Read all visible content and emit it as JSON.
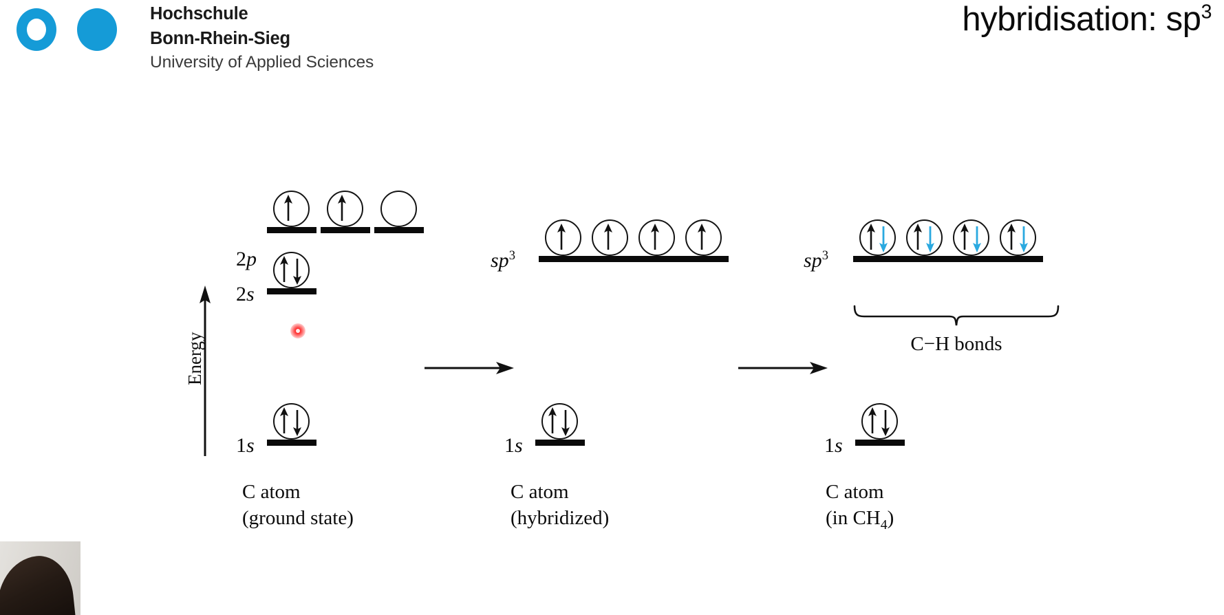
{
  "header": {
    "logo": {
      "ring_icon": "logo-ring-icon",
      "dot_icon": "logo-dot-icon",
      "line1": "Hochschule",
      "line2": "Bonn-Rhein-Sieg",
      "line3": "University of Applied Sciences",
      "color": "#159BD7"
    },
    "title_main": "hybridisation: sp",
    "title_sup": "3"
  },
  "diagram": {
    "energy_axis_label": "Energy",
    "arrow_icon": "right-arrow-icon",
    "brace_icon": "curly-brace-icon",
    "ch_bond_label": "C−H bonds",
    "laser_pointer": {
      "icon": "laser-pointer-dot",
      "color": "#ff2b2b"
    },
    "spin_colors": {
      "up": "#111111",
      "down_paired": "#111111",
      "down_hydrogen": "#2AA9E0"
    },
    "panels": [
      {
        "id": "ground-state",
        "caption_line1": "C atom",
        "caption_line2": "(ground state)",
        "levels": [
          {
            "id": "2p",
            "label_text": "2",
            "label_italic": "p",
            "label_sup": "",
            "orbitals": [
              {
                "electrons": [
                  "up"
                ]
              },
              {
                "electrons": [
                  "up"
                ]
              },
              {
                "electrons": []
              }
            ]
          },
          {
            "id": "2s",
            "label_text": "2",
            "label_italic": "s",
            "label_sup": "",
            "orbitals": [
              {
                "electrons": [
                  "up",
                  "down"
                ]
              }
            ]
          },
          {
            "id": "1s",
            "label_text": "1",
            "label_italic": "s",
            "label_sup": "",
            "orbitals": [
              {
                "electrons": [
                  "up",
                  "down"
                ]
              }
            ]
          }
        ]
      },
      {
        "id": "hybridized",
        "caption_line1": "C atom",
        "caption_line2": "(hybridized)",
        "levels": [
          {
            "id": "sp3",
            "label_text": "",
            "label_italic": "sp",
            "label_sup": "3",
            "orbitals": [
              {
                "electrons": [
                  "up"
                ]
              },
              {
                "electrons": [
                  "up"
                ]
              },
              {
                "electrons": [
                  "up"
                ]
              },
              {
                "electrons": [
                  "up"
                ]
              }
            ]
          },
          {
            "id": "1s",
            "label_text": "1",
            "label_italic": "s",
            "label_sup": "",
            "orbitals": [
              {
                "electrons": [
                  "up",
                  "down"
                ]
              }
            ]
          }
        ]
      },
      {
        "id": "in-ch4",
        "caption_line1": "C atom",
        "caption_line2_pre": "(in CH",
        "caption_line2_sub": "4",
        "caption_line2_post": ")",
        "levels": [
          {
            "id": "sp3",
            "label_text": "",
            "label_italic": "sp",
            "label_sup": "3",
            "orbitals": [
              {
                "electrons": [
                  "up",
                  "down-h"
                ]
              },
              {
                "electrons": [
                  "up",
                  "down-h"
                ]
              },
              {
                "electrons": [
                  "up",
                  "down-h"
                ]
              },
              {
                "electrons": [
                  "up",
                  "down-h"
                ]
              }
            ]
          },
          {
            "id": "1s",
            "label_text": "1",
            "label_italic": "s",
            "label_sup": "",
            "orbitals": [
              {
                "electrons": [
                  "up",
                  "down"
                ]
              }
            ]
          }
        ]
      }
    ]
  }
}
